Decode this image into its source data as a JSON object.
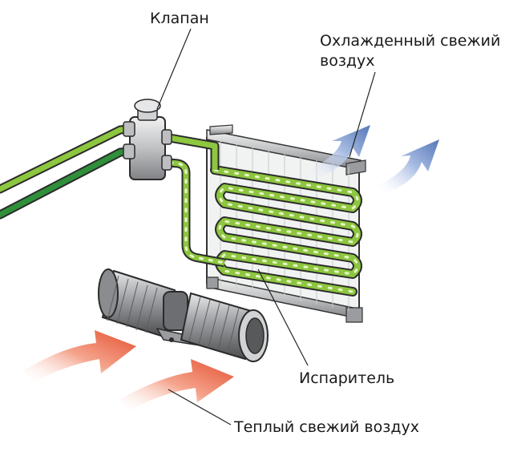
{
  "labels": {
    "valve": "Клапан",
    "cooled_air_line1": "Охлажденный свежий",
    "cooled_air_line2": "воздух",
    "evaporator": "Испаритель",
    "warm_air": "Теплый свежий воздух"
  },
  "colors": {
    "pipe_green": "#8dc63f",
    "pipe_dark_green": "#2f8f3a",
    "pipe_outline": "#2b2b2b",
    "metal_gray": "#a7a9ac",
    "metal_light": "#e6e7e8",
    "cool_arrow": "#6a88c4",
    "warm_arrow": "#e85a3c",
    "leader_line": "#222222"
  },
  "icons": {
    "valve": "valve-icon",
    "evaporator": "evaporator-coil-icon",
    "blower": "blower-fan-icon",
    "cool_air": "cool-air-arrow-icon",
    "warm_air": "warm-air-arrow-icon"
  }
}
